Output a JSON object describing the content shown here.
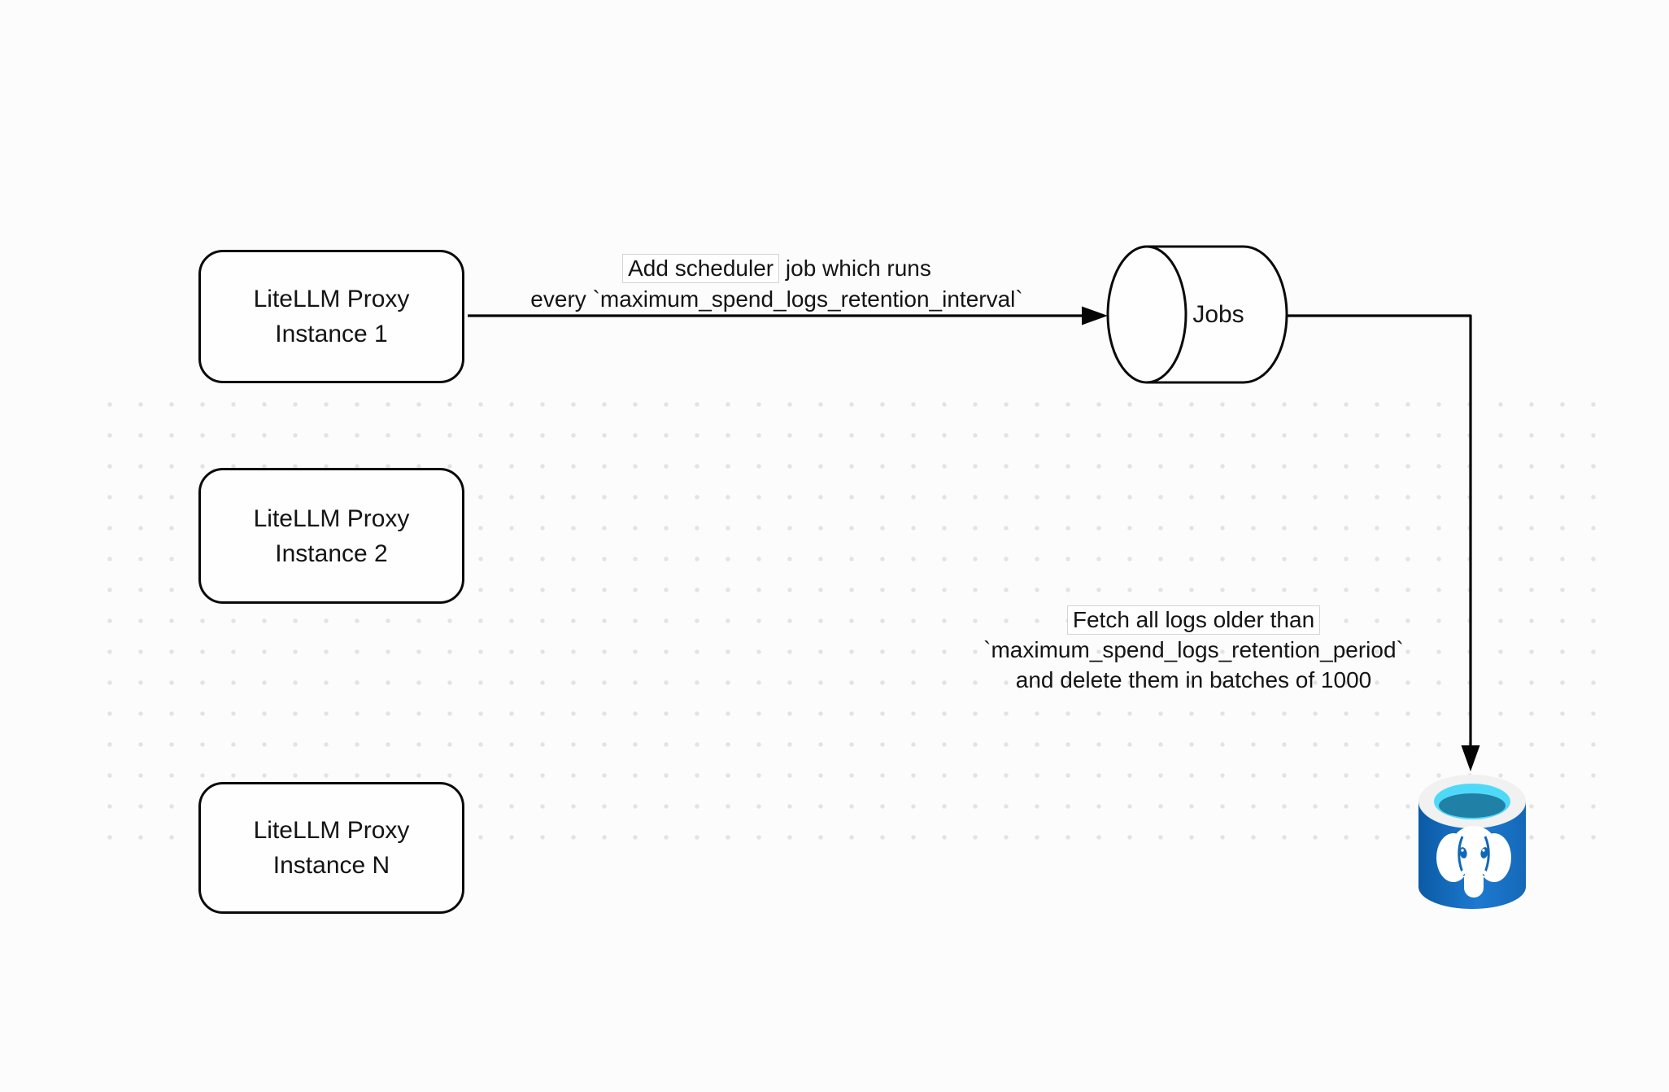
{
  "canvas": {
    "background_color": "#fcfcfc",
    "dot_color": "#e3e3e3",
    "stroke_color": "#000000",
    "text_color": "#141414"
  },
  "nodes": {
    "instance1": {
      "line1": "LiteLLM Proxy",
      "line2": "Instance 1"
    },
    "instance2": {
      "line1": "LiteLLM Proxy",
      "line2": "Instance 2"
    },
    "instanceN": {
      "line1": "LiteLLM Proxy",
      "line2": "Instance N"
    },
    "jobs": {
      "label": "Jobs"
    }
  },
  "edges": {
    "scheduler": {
      "label_boxed": "Add scheduler",
      "label_rest": " job which runs",
      "label_line2": "every `maximum_spend_logs_retention_interval`"
    },
    "cleanup": {
      "label_boxed": "Fetch all logs older than",
      "label_line2": "`maximum_spend_logs_retention_period`",
      "label_line3": "and delete them in batches of 1000"
    }
  },
  "icons": {
    "postgres": {
      "name": "postgresql-database",
      "body_color_left": "#0b5aa4",
      "body_color_mid": "#1d7ad0",
      "body_color_right": "#1568b8",
      "rim_color": "#f1f1f1",
      "inner_top_color": "#4fd9f8",
      "inner_liquid_color": "#2080a6",
      "elephant_color": "#ffffff",
      "detail_color": "#1268b8"
    }
  }
}
